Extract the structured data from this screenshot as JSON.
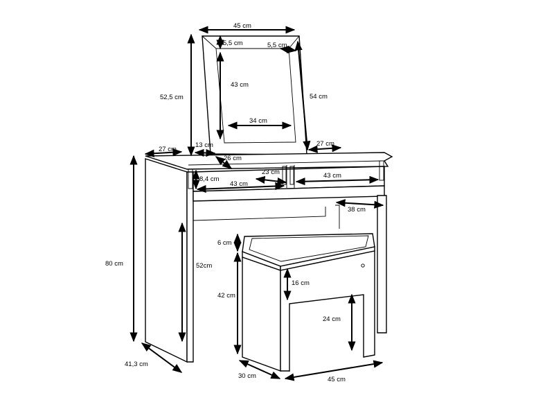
{
  "labels": {
    "mirror_width": "45 cm",
    "mirror_frame_top": "5,5 cm",
    "mirror_frame_side": "5,5 cm",
    "mirror_glass_height": "43 cm",
    "mirror_glass_width": "34 cm",
    "mirror_height": "52,5 cm",
    "mirror_panel_height": "54 cm",
    "top_left_depth": "27 cm",
    "top_right_depth": "27 cm",
    "mirror_offset": "13 cm",
    "mirror_base_depth": "26 cm",
    "compartment_width": "23 cm",
    "compartment_height": "8,4 cm",
    "left_compartment_width": "43 cm",
    "right_compartment_width": "43 cm",
    "inner_depth": "38 cm",
    "table_height": "80 cm",
    "knee_height": "52cm",
    "seat_cushion": "6 cm",
    "stool_height": "42 cm",
    "stool_apron": "16 cm",
    "stool_gap": "24 cm",
    "table_depth": "41,3 cm",
    "stool_depth": "30 cm",
    "stool_width": "45 cm"
  }
}
